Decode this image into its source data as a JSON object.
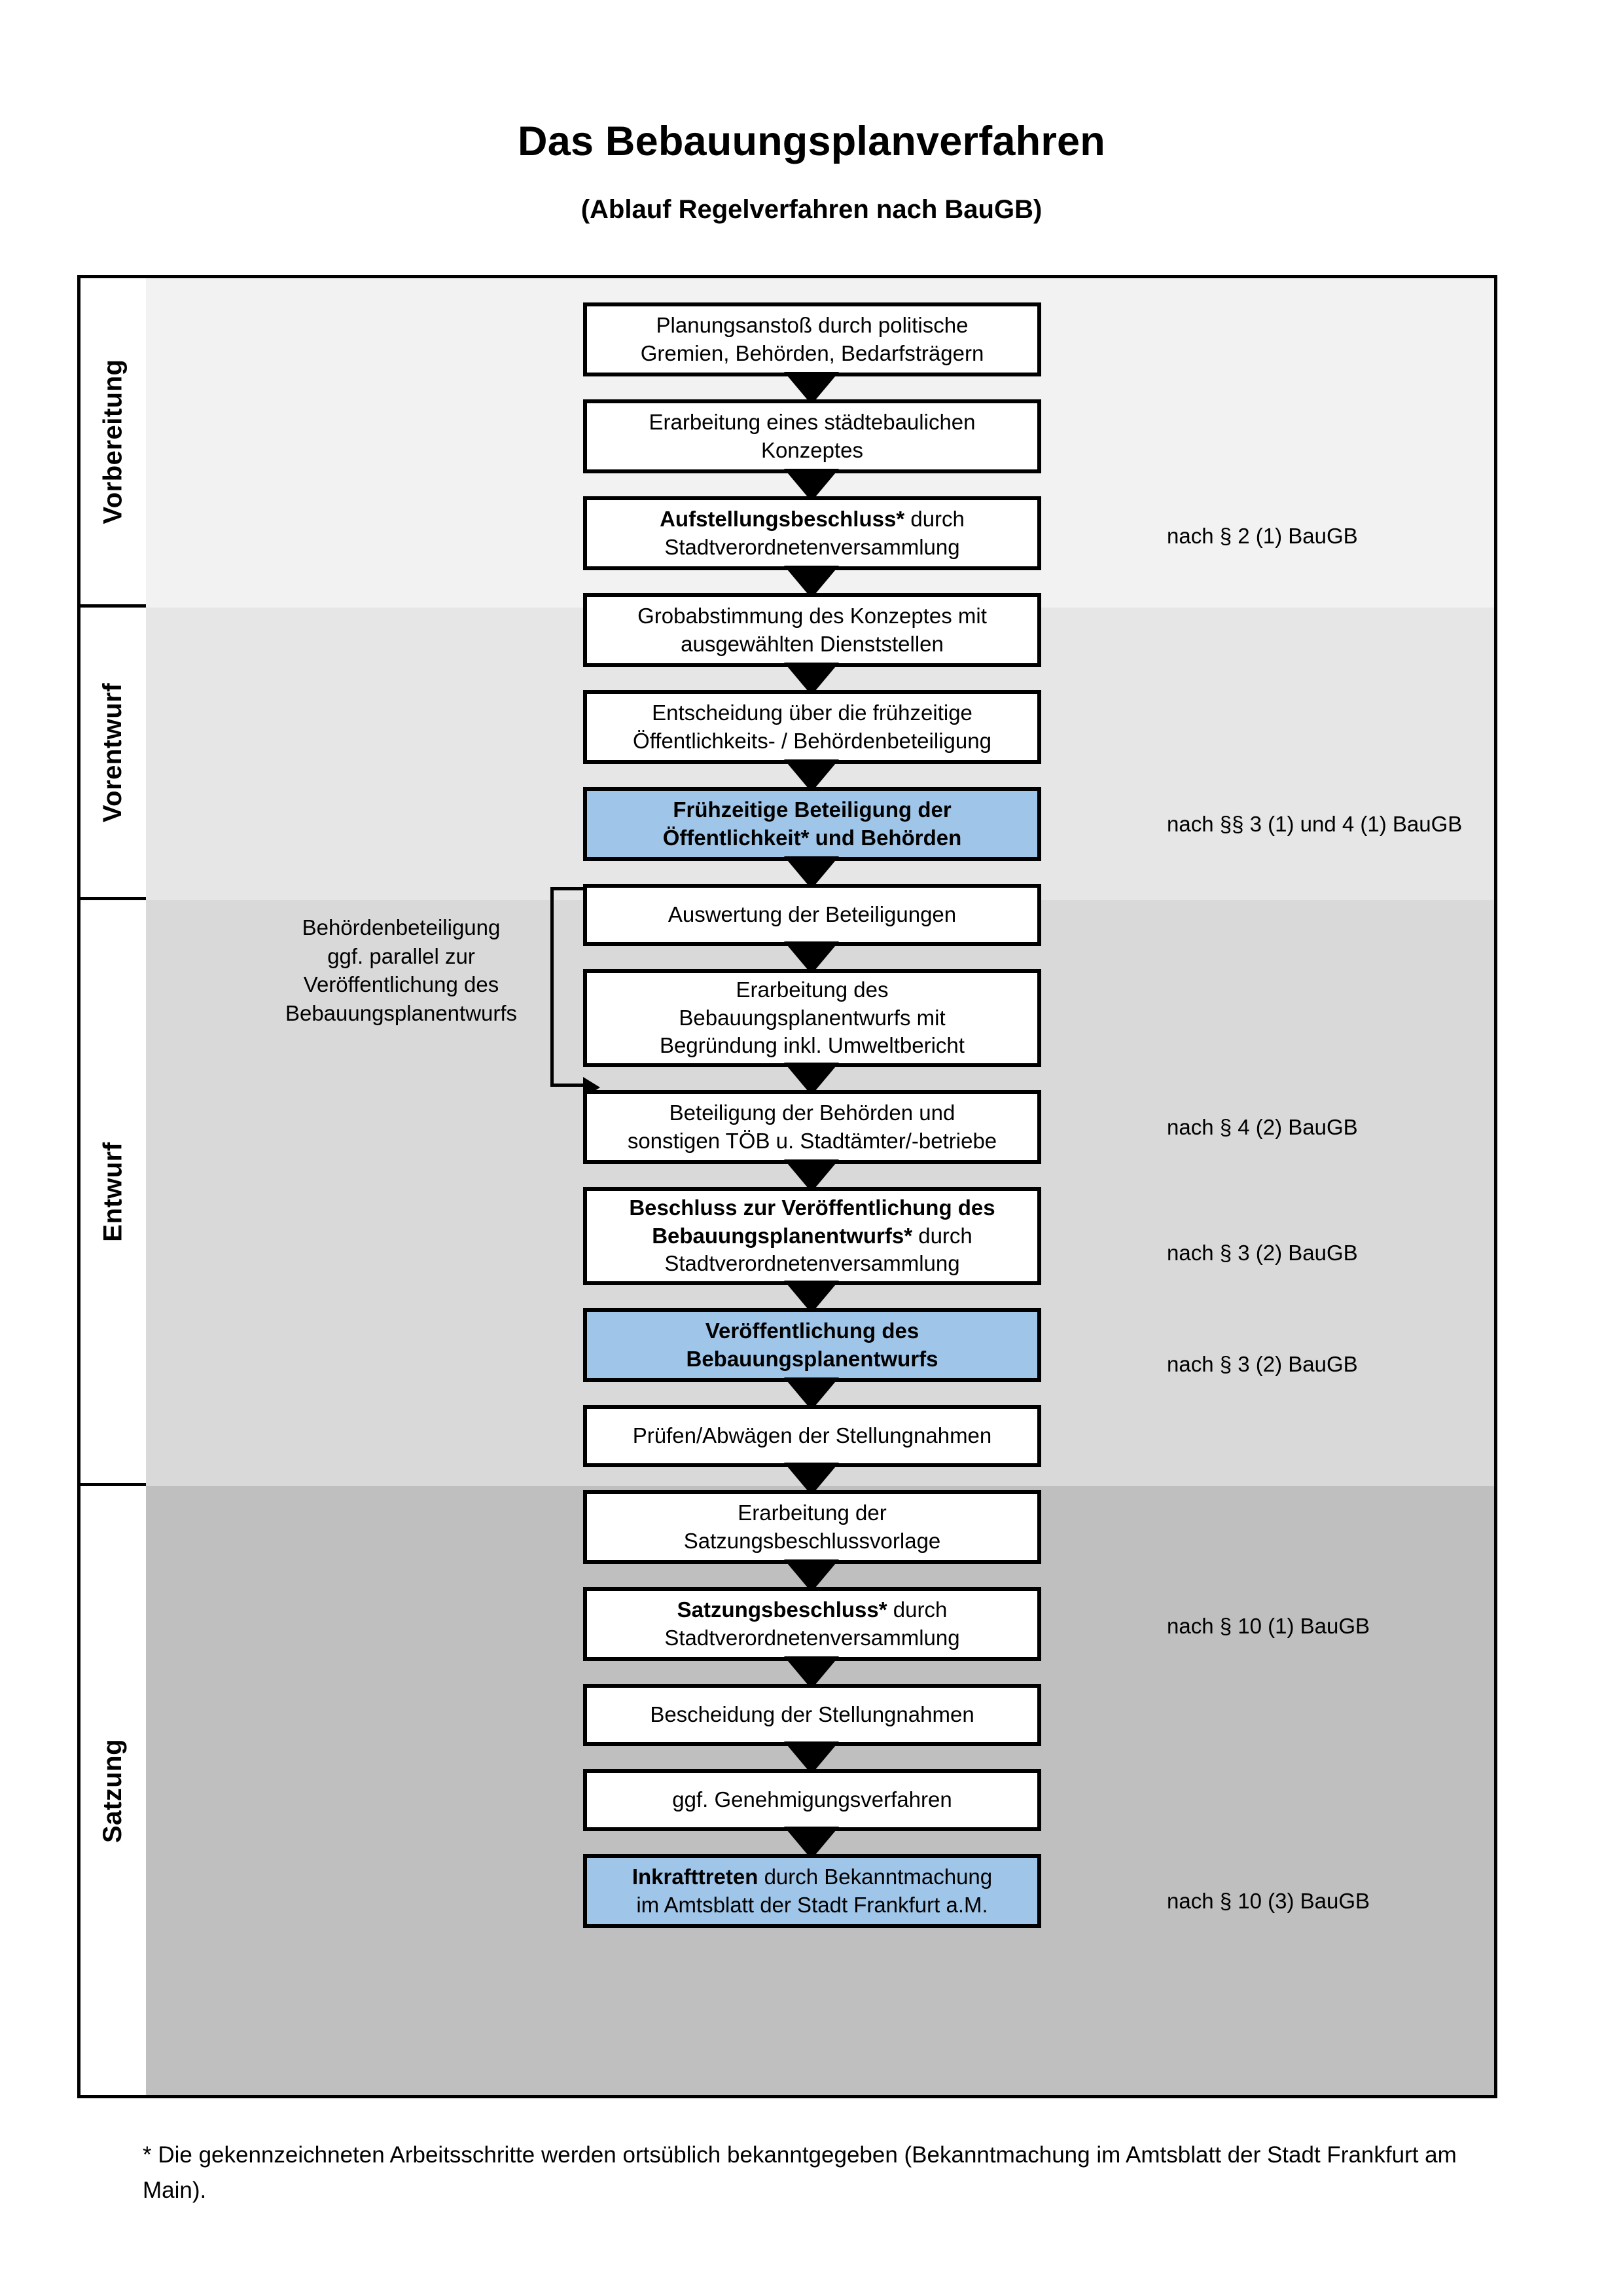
{
  "header": {
    "title": "Das Bebauungsplanverfahren",
    "subtitle": "(Ablauf Regelverfahren nach BauGB)"
  },
  "phases": [
    {
      "label": "Vorbereitung",
      "band_color": "#F2F2F2"
    },
    {
      "label": "Vorentwurf",
      "band_color": "#E6E6E6"
    },
    {
      "label": "Entwurf",
      "band_color": "#D9D9D9"
    },
    {
      "label": "Satzung",
      "band_color": "#BFBFBF"
    }
  ],
  "colors": {
    "highlight_blue": "#9FC5E8",
    "border_black": "#000000"
  },
  "steps": [
    {
      "id": "planungsanstoss",
      "phase": "Vorbereitung",
      "highlighted": false,
      "line1": "Planungsanstoß durch politische",
      "line2": "Gremien, Behörden, Bedarfsträgern"
    },
    {
      "id": "konzept",
      "phase": "Vorbereitung",
      "highlighted": false,
      "line1": "Erarbeitung eines städtebaulichen",
      "line2": "Konzeptes"
    },
    {
      "id": "aufstellungsbeschluss",
      "phase": "Vorbereitung",
      "highlighted": false,
      "bold1": "Aufstellungsbeschluss*",
      "rest1": " durch",
      "line2": "Stadtverordnetenversammlung"
    },
    {
      "id": "grobabstimmung",
      "phase": "Vorentwurf",
      "highlighted": false,
      "line1": "Grobabstimmung des Konzeptes mit",
      "line2": "ausgewählten Dienststellen"
    },
    {
      "id": "entscheidung-beteiligung",
      "phase": "Vorentwurf",
      "highlighted": false,
      "line1": "Entscheidung über die frühzeitige",
      "line2": "Öffentlichkeits- / Behördenbeteiligung"
    },
    {
      "id": "fruehzeitige-beteiligung",
      "phase": "Vorentwurf",
      "highlighted": true,
      "bold1": "Frühzeitige Beteiligung der",
      "bold2": "Öffentlichkeit* und Behörden"
    },
    {
      "id": "auswertung",
      "phase": "Entwurf",
      "highlighted": false,
      "line1": "Auswertung der Beteiligungen"
    },
    {
      "id": "erarbeitung-entwurf",
      "phase": "Entwurf",
      "highlighted": false,
      "line1": "Erarbeitung des",
      "line2": "Bebauungsplanentwurfs mit",
      "line3": "Begründung inkl. Umweltbericht"
    },
    {
      "id": "beteiligung-behoerden",
      "phase": "Entwurf",
      "highlighted": false,
      "line1": "Beteiligung der Behörden und",
      "line2": "sonstigen TÖB u. Stadtämter/-betriebe"
    },
    {
      "id": "beschluss-veroeffentlichung",
      "phase": "Entwurf",
      "highlighted": false,
      "bold1": "Beschluss zur Veröffentlichung des",
      "bold2": "Bebauungsplanentwurfs*",
      "rest2": " durch",
      "line3": "Stadtverordnetenversammlung"
    },
    {
      "id": "veroeffentlichung",
      "phase": "Entwurf",
      "highlighted": true,
      "bold1": "Veröffentlichung des",
      "bold2": "Bebauungsplanentwurfs"
    },
    {
      "id": "pruefen-abwaegen",
      "phase": "Satzung",
      "highlighted": false,
      "line1": "Prüfen/Abwägen der Stellungnahmen"
    },
    {
      "id": "satzungsbeschlussvorlage",
      "phase": "Satzung",
      "highlighted": false,
      "line1": "Erarbeitung der",
      "line2": "Satzungsbeschlussvorlage"
    },
    {
      "id": "satzungsbeschluss",
      "phase": "Satzung",
      "highlighted": false,
      "bold1": "Satzungsbeschluss*",
      "rest1": " durch",
      "line2": "Stadtverordnetenversammlung"
    },
    {
      "id": "bescheidung",
      "phase": "Satzung",
      "highlighted": false,
      "line1": "Bescheidung der Stellungnahmen"
    },
    {
      "id": "genehmigungsverfahren",
      "phase": "Satzung",
      "highlighted": false,
      "line1": "ggf. Genehmigungsverfahren"
    },
    {
      "id": "inkrafttreten",
      "phase": "Satzung",
      "highlighted": true,
      "bold1": "Inkrafttreten",
      "rest1": " durch Bekanntmachung",
      "line2": "im Amtsblatt der Stadt Frankfurt a.M."
    }
  ],
  "law_references": [
    {
      "id": "ref-2-1",
      "text": "nach § 2 (1) BauGB",
      "for_step": "aufstellungsbeschluss"
    },
    {
      "id": "ref-3-1-4-1",
      "text": "nach §§ 3 (1) und 4 (1) BauGB",
      "for_step": "fruehzeitige-beteiligung"
    },
    {
      "id": "ref-4-2",
      "text": "nach § 4 (2) BauGB",
      "for_step": "beteiligung-behoerden"
    },
    {
      "id": "ref-3-2-a",
      "text": "nach § 3 (2) BauGB",
      "for_step": "beschluss-veroeffentlichung"
    },
    {
      "id": "ref-3-2-b",
      "text": "nach § 3 (2) BauGB",
      "for_step": "veroeffentlichung"
    },
    {
      "id": "ref-10-1",
      "text": "nach § 10 (1) BauGB",
      "for_step": "satzungsbeschluss"
    },
    {
      "id": "ref-10-3",
      "text": "nach § 10 (3) BauGB",
      "for_step": "inkrafttreten"
    }
  ],
  "side_note": {
    "line1": "Behördenbeteiligung",
    "line2": "ggf. parallel zur",
    "line3": "Veröffentlichung des",
    "line4": "Bebauungsplanentwurfs"
  },
  "footnote": {
    "text": "* Die gekennzeichneten Arbeitsschritte werden ortsüblich bekanntgegeben (Bekanntmachung im Amtsblatt  der Stadt Frankfurt am Main)."
  }
}
